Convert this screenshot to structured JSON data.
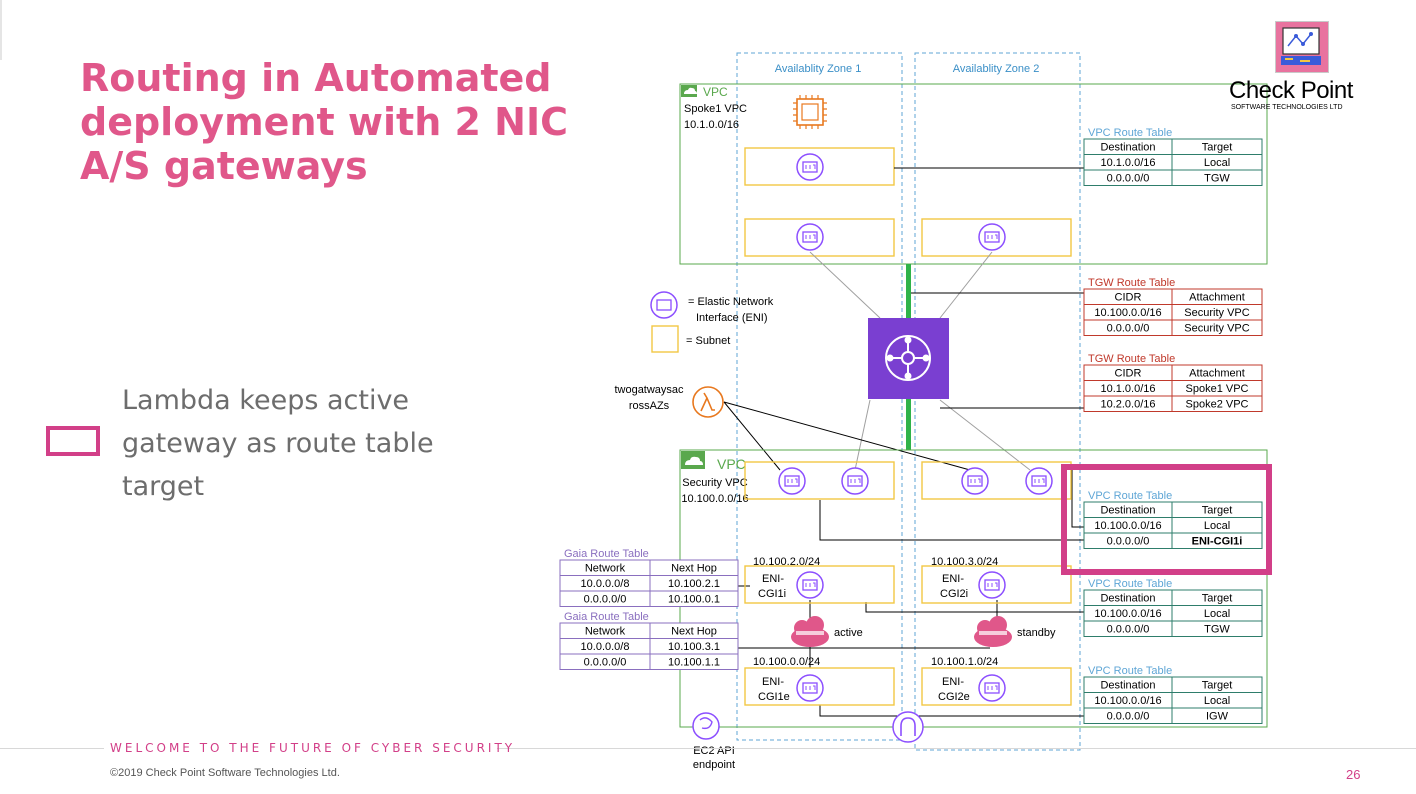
{
  "slide": {
    "title_lines": [
      "Routing in Automated",
      "deployment with 2 NIC",
      "A/S gateways"
    ],
    "bullet_lines": [
      "Lambda keeps active",
      "gateway as route table",
      "target"
    ],
    "footer_tagline": "WELCOME TO THE FUTURE OF CYBER SECURITY",
    "copyright": "©2019 Check Point Software Technologies Ltd.",
    "page_number": "26"
  },
  "logo": {
    "brand": "Check Point",
    "tagline": "SOFTWARE TECHNOLOGIES LTD",
    "brand_color": "#000000",
    "icon_bg": "#e8739f"
  },
  "colors": {
    "pink": "#e0578a",
    "magenta": "#d23f88",
    "zone_blue": "#5fa6d6",
    "vpc_green": "#5aa84d",
    "subnet_yellow": "#f2c744",
    "eni_purple": "#8c4fff",
    "tgw_table": "#c0392b",
    "gaia_table": "#8a6fbf",
    "tgw_fill": "#7a3fd1",
    "lambda_orange": "#e8781e",
    "bar_green": "#2fb34a"
  },
  "zones": [
    "Availablity Zone 1",
    "Availablity Zone 2"
  ],
  "spoke_vpc": {
    "tag": "VPC",
    "name": "Spoke1 VPC",
    "cidr": "10.1.0.0/16"
  },
  "security_vpc": {
    "tag": "VPC",
    "name": "Security VPC",
    "cidr": "10.100.0.0/16"
  },
  "legend": {
    "eni_line1": "= Elastic Network",
    "eni_line2": "Interface (ENI)",
    "subnet": "= Subnet"
  },
  "lambda": {
    "line1": "twogatwaysac",
    "line2": "rossAZs"
  },
  "gateways": {
    "active": "active",
    "standby": "standby"
  },
  "subnets": {
    "az1_internal": {
      "cidr": "10.100.2.0/24",
      "eni_line1": "ENI-",
      "eni_line2": "CGI1i"
    },
    "az2_internal": {
      "cidr": "10.100.3.0/24",
      "eni_line1": "ENI-",
      "eni_line2": "CGI2i"
    },
    "az1_external": {
      "cidr": "10.100.0.0/24",
      "eni_line1": "ENI-",
      "eni_line2": "CGI1e"
    },
    "az2_external": {
      "cidr": "10.100.1.0/24",
      "eni_line1": "ENI-",
      "eni_line2": "CGI2e"
    }
  },
  "ec2_endpoint": {
    "line1": "EC2 API",
    "line2": "endpoint"
  },
  "tables": {
    "spoke_vpc_rt": {
      "title": "VPC Route Table",
      "headers": [
        "Destination",
        "Target"
      ],
      "rows": [
        [
          "10.1.0.0/16",
          "Local"
        ],
        [
          "0.0.0.0/0",
          "TGW"
        ]
      ]
    },
    "tgw_rt_1": {
      "title": "TGW Route Table",
      "headers": [
        "CIDR",
        "Attachment"
      ],
      "rows": [
        [
          "10.100.0.0/16",
          "Security VPC"
        ],
        [
          "0.0.0.0/0",
          "Security VPC"
        ]
      ]
    },
    "tgw_rt_2": {
      "title": "TGW Route Table",
      "headers": [
        "CIDR",
        "Attachment"
      ],
      "rows": [
        [
          "10.1.0.0/16",
          "Spoke1 VPC"
        ],
        [
          "10.2.0.0/16",
          "Spoke2 VPC"
        ]
      ]
    },
    "sec_vpc_rt": {
      "title": "VPC Route Table",
      "headers": [
        "Destination",
        "Target"
      ],
      "rows": [
        [
          "10.100.0.0/16",
          "Local"
        ],
        [
          "0.0.0.0/0",
          "ENI-CGI1i"
        ]
      ]
    },
    "int_vpc_rt": {
      "title": "VPC Route Table",
      "headers": [
        "Destination",
        "Target"
      ],
      "rows": [
        [
          "10.100.0.0/16",
          "Local"
        ],
        [
          "0.0.0.0/0",
          "TGW"
        ]
      ]
    },
    "ext_vpc_rt": {
      "title": "VPC Route Table",
      "headers": [
        "Destination",
        "Target"
      ],
      "rows": [
        [
          "10.100.0.0/16",
          "Local"
        ],
        [
          "0.0.0.0/0",
          "IGW"
        ]
      ]
    },
    "gaia_rt_1": {
      "title": "Gaia Route Table",
      "headers": [
        "Network",
        "Next Hop"
      ],
      "rows": [
        [
          "10.0.0.0/8",
          "10.100.2.1"
        ],
        [
          "0.0.0.0/0",
          "10.100.0.1"
        ]
      ]
    },
    "gaia_rt_2": {
      "title": "Gaia Route Table",
      "headers": [
        "Network",
        "Next Hop"
      ],
      "rows": [
        [
          "10.0.0.0/8",
          "10.100.3.1"
        ],
        [
          "0.0.0.0/0",
          "10.100.1.1"
        ]
      ]
    }
  }
}
